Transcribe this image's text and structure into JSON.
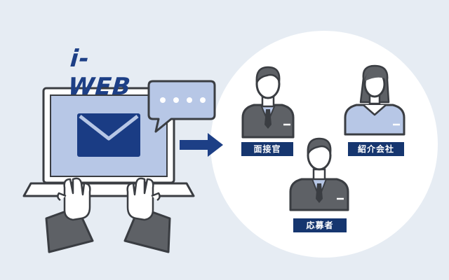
{
  "brand": {
    "logo_text": "i-WEB"
  },
  "chat_bubble": {
    "dots": "••••"
  },
  "recipients": {
    "interviewer": "面接官",
    "agency": "紹介会社",
    "applicant": "応募者"
  },
  "colors": {
    "background": "#e6ecf3",
    "navy": "#16366f",
    "logo_blue": "#1d3f86",
    "screen_blue": "#b7c7e6",
    "suit_gray": "#5e6166",
    "outline": "#3a3d42"
  },
  "icons": [
    "laptop-icon",
    "envelope-icon",
    "chat-bubble-icon",
    "arrow-right-icon",
    "person-icon"
  ]
}
